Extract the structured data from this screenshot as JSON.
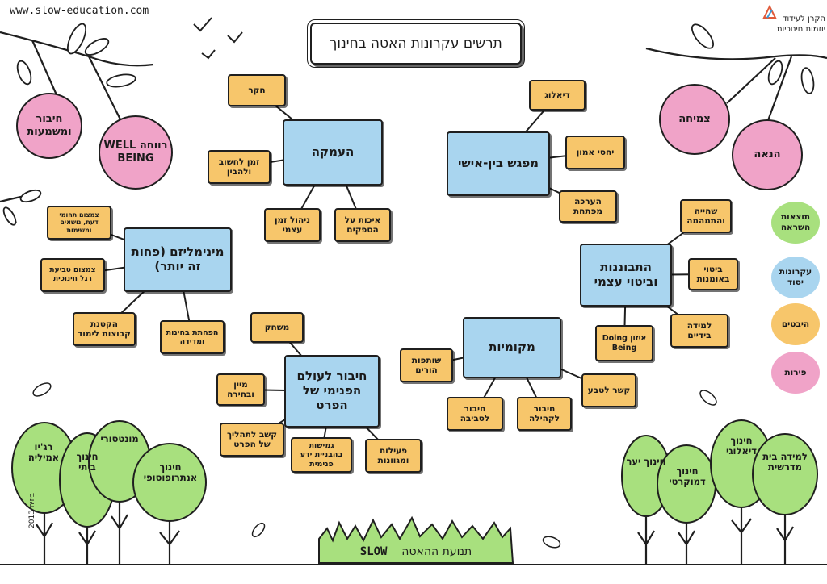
{
  "website": "www.slow-education.com",
  "logo": {
    "line1": "הקרן לעידוד",
    "line2": "יוזמות חינוכיות",
    "mark_icon": "logo-mark-icon"
  },
  "title": "תרשים עקרונות האטה בחינוך",
  "colors": {
    "core": "#a9d5ef",
    "practice": "#f7c66b",
    "fruit": "#f0a3c8",
    "tree": "#a8e07e",
    "grass": "#a8e07e"
  },
  "fruits_left": [
    "חיבור ומשמעות",
    "רווחה WELL BEING"
  ],
  "fruits_right": [
    "צמיחה",
    "הנאה"
  ],
  "core": [
    {
      "id": "deep",
      "label": "העמקה"
    },
    {
      "id": "meeting",
      "label": "מפגש בין-אישי"
    },
    {
      "id": "minimalism",
      "label": "מינימליזם (פחות זה יותר)"
    },
    {
      "id": "reflection",
      "label": "התבוננות וביטוי עצמי"
    },
    {
      "id": "connection",
      "label": "חיבור לעולם הפנימי של הפרט"
    },
    {
      "id": "cosmos",
      "label": "מקומיות"
    }
  ],
  "practices": [
    {
      "id": "research",
      "label": "חקר",
      "parent": "deep"
    },
    {
      "id": "time",
      "label": "זמן לחשוב ולהבין",
      "parent": "deep"
    },
    {
      "id": "self-time",
      "label": "ניהול זמן עצמי",
      "parent": "deep"
    },
    {
      "id": "quality",
      "label": "איכות על הספקים",
      "parent": "deep"
    },
    {
      "id": "dialog",
      "label": "דיאלוג",
      "parent": "meeting"
    },
    {
      "id": "trust",
      "label": "יחסי אמון",
      "parent": "meeting"
    },
    {
      "id": "assess",
      "label": "הערכה מפתחת",
      "parent": "meeting"
    },
    {
      "id": "focus-topics",
      "label": "צמצום תחומי דעת, נושאים ומשימות",
      "parent": "minimalism"
    },
    {
      "id": "reduce",
      "label": "צמצום טביעת רגל חינוכית",
      "parent": "minimalism"
    },
    {
      "id": "small-groups",
      "label": "הקטנת קבוצות לימוד",
      "parent": "minimalism"
    },
    {
      "id": "wonder",
      "label": "הפחתת בחינות ומדידה",
      "parent": "minimalism"
    },
    {
      "id": "stay",
      "label": "שהייה והתמהמה",
      "parent": "reflection"
    },
    {
      "id": "arts",
      "label": "ביטוי באומנות",
      "parent": "reflection"
    },
    {
      "id": "hands",
      "label": "למידה בידיים",
      "parent": "reflection"
    },
    {
      "id": "doing-being",
      "label": "איזון Doing Being",
      "parent": "reflection"
    },
    {
      "id": "play",
      "label": "משחק",
      "parent": "connection"
    },
    {
      "id": "mindful",
      "label": "מיין ובחירה",
      "parent": "connection"
    },
    {
      "id": "process",
      "label": "קשב לתהליך של הפרט",
      "parent": "connection"
    },
    {
      "id": "inner",
      "label": "גמישות בהבניית ידע פנימית",
      "parent": "connection"
    },
    {
      "id": "varied",
      "label": "פעילות ומגוונות",
      "parent": "connection"
    },
    {
      "id": "parents",
      "label": "שותפות הורים",
      "parent": "cosmos"
    },
    {
      "id": "nature",
      "label": "קשר לטבע",
      "parent": "cosmos"
    },
    {
      "id": "community",
      "label": "חיבור לקהילה",
      "parent": "cosmos"
    },
    {
      "id": "environment",
      "label": "חיבור לסביבה",
      "parent": "cosmos"
    }
  ],
  "legend": [
    {
      "label": "תוצאות השראה",
      "color": "#a8e07e"
    },
    {
      "label": "עקרונות יסוד",
      "color": "#a9d5ef"
    },
    {
      "label": "היבטים",
      "color": "#f7c66b"
    },
    {
      "label": "פירות",
      "color": "#f0a3c8"
    }
  ],
  "trees_left": [
    "רג'יו אמיליה",
    "חינוך ביתי",
    "מונטסורי",
    "חינוך אנתרופוסופי"
  ],
  "trees_right": [
    "חינוך יער",
    "חינוך דמוקרטי",
    "חינוך דיאלוגי",
    "למידה בית מדרשית"
  ],
  "grass": {
    "label": "תנועת ההאטה",
    "slow": "SLOW"
  },
  "signature": "ביזיה 2013"
}
